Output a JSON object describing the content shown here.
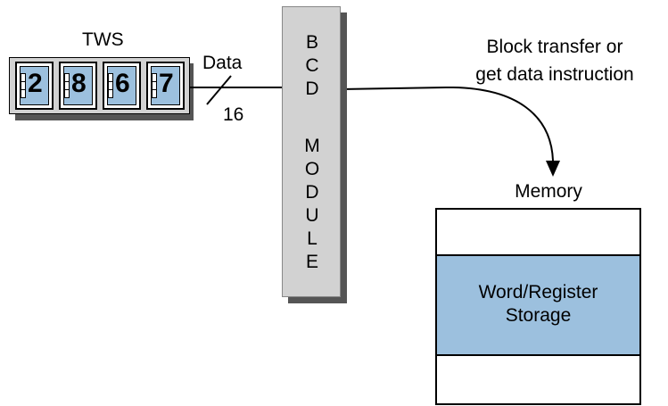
{
  "tws": {
    "label": "TWS",
    "digits": [
      "2",
      "8",
      "6",
      "7"
    ]
  },
  "bus": {
    "label": "Data",
    "width_label": "16"
  },
  "bcd_module": {
    "letters": [
      "B",
      "C",
      "D",
      "M",
      "O",
      "D",
      "U",
      "L",
      "E"
    ]
  },
  "transfer": {
    "line1": "Block transfer or",
    "line2": "get data instruction"
  },
  "memory": {
    "label": "Memory",
    "storage_line1": "Word/Register",
    "storage_line2": "Storage"
  },
  "colors": {
    "fill_blue": "#9cc0de",
    "module_gray": "#d2d2d2",
    "shadow": "#555555"
  }
}
